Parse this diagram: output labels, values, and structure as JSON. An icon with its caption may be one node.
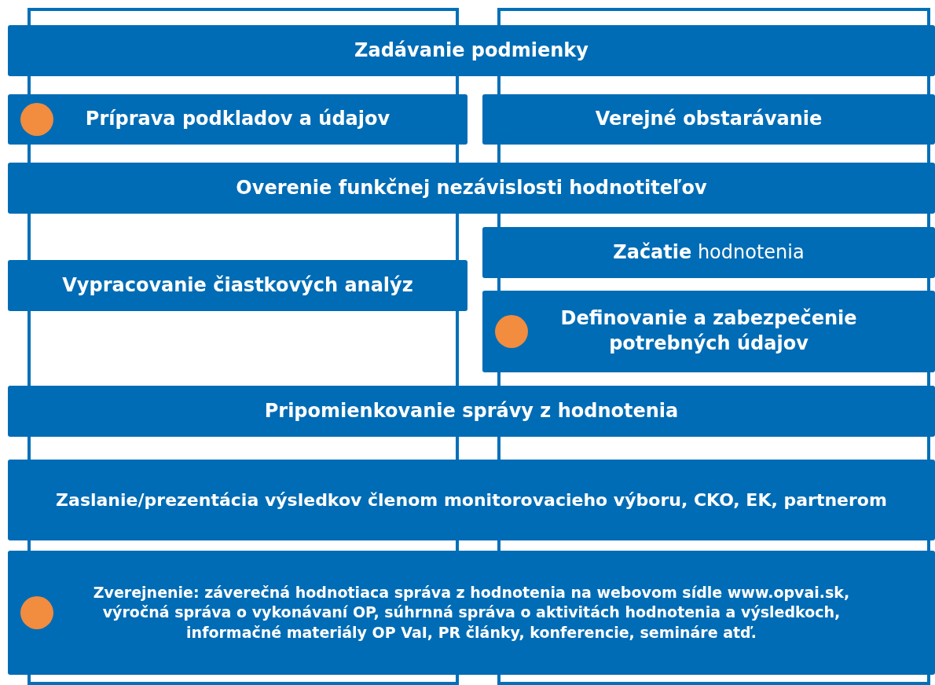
{
  "diagram": {
    "nodes": [
      {
        "text": [
          "Zadávanie podmienky"
        ]
      },
      {
        "text": [
          "Príprava podkladov a údajov"
        ]
      },
      {
        "text": [
          "Verejné obstarávanie"
        ]
      },
      {
        "text": [
          "Overenie funkčnej nezávislosti hodnotiteľov"
        ]
      },
      {
        "text": [
          "**Začatie** hodnotenia"
        ]
      },
      {
        "text": [
          "Vypracovanie čiastkových analýz"
        ]
      },
      {
        "text": [
          "Definovanie a zabezpečenie potrebných údajov"
        ]
      },
      {
        "text": [
          "Pripomienkovanie správy z hodnotenia"
        ]
      },
      {
        "text": [
          "Zaslanie/prezentácia výsledkov členom monitorovacieho výboru, CKO, EK, partnerom"
        ]
      },
      {
        "text": [
          "Zverejnenie: záverečná hodnotiaca správa z hodnotenia na webovom sídle www.opvai.sk, výročná správa o vykonávaní OP, súhrnná správa o aktivitách hodnotenia a výsledkoch, informačné materiály OP VaI, PR články, konferencie, semináre atď."
        ]
      }
    ],
    "edges": []
  }
}
